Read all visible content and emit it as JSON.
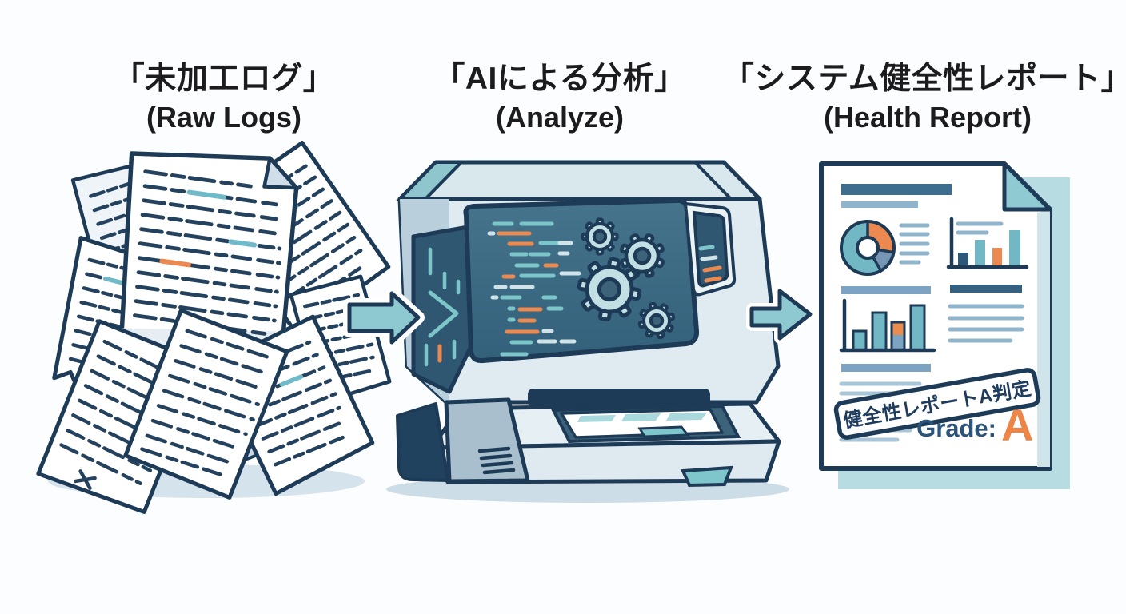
{
  "page": {
    "background": "#fcfdfe",
    "description_note": "Three-stage process diagram: raw logs -> AI analysis -> system health report"
  },
  "stages": [
    {
      "title_ja": "「未加工ログ」",
      "title_en": "(Raw Logs)"
    },
    {
      "title_ja": "「AIによる分析」",
      "title_en": "(Analyze)"
    },
    {
      "title_ja": "「システム健全性レポート」",
      "title_en": "(Health Report)"
    }
  ],
  "report": {
    "stamp_text": "健全性レポートA判定",
    "grade_label": "Grade:",
    "grade_value": "A"
  },
  "illustrations": {
    "left": "paper-pile",
    "center": "ai-analysis-machine",
    "right": "health-report-document",
    "connector": "right-arrow"
  },
  "colors": {
    "outline_navy": "#1d3a57",
    "title_text": "#1c1c1f",
    "arrow_teal": "#8ec9d2",
    "accent_orange": "#ec8950",
    "accent_teal": "#72b8c4",
    "slice_bluegray": "#7796b5",
    "screen_blue": "#3c6379",
    "steel_blue": "#3d6e8e",
    "line_blue": "#8fb4cc",
    "line_blue_light": "#a8c6d8",
    "paper_white": "#ffffff",
    "shadow_blue": "#d5e3ec",
    "report_shadow_page": "#b7dce1",
    "report_grade": "#ee8446"
  }
}
